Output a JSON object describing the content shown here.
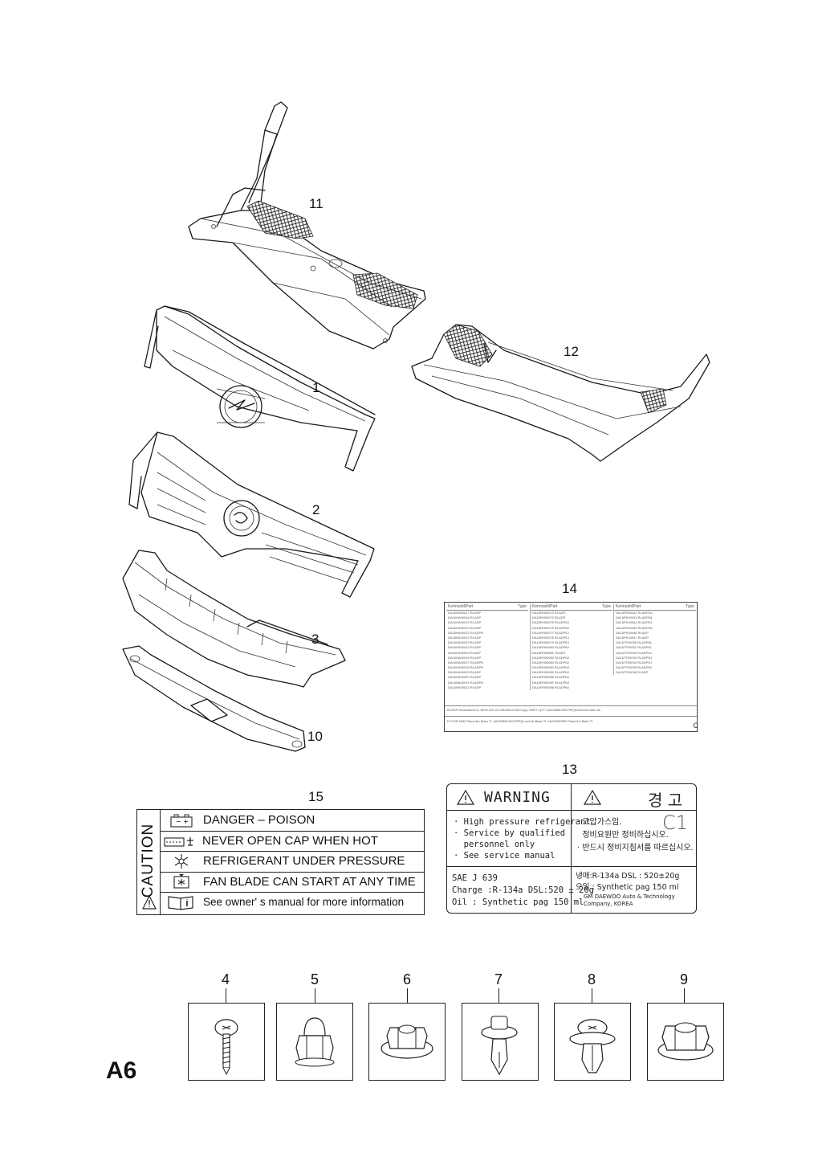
{
  "page_code": "A6",
  "callouts": {
    "c11": "11",
    "c12": "12",
    "c1": "1",
    "c2": "2",
    "c3": "3",
    "c10": "10",
    "c14": "14",
    "c13": "13",
    "c15": "15"
  },
  "label14": {
    "columns": [
      {
        "h1": "Kennzahl/Part",
        "h2": "Type",
        "rows": [
          "DA16HA00017 RLADP",
          "DA16HA00018 RLADP",
          "DA16HA00019 RLADP",
          "DA16HA00020 RLADP",
          "DA16HA00021 RLADPN",
          "DA16HA00022 RLADP",
          "DA16HA00023 RLADP",
          "DA16HA00024 RLADP",
          "DA16HA00025 RLADP",
          "DA16HA00026 RLADP",
          "DA16HA00027 RLADPN",
          "DA16HA00028 RLADPN",
          "DA16HA00029 RLADP",
          "DA16HA00030 RLADP",
          "DA16HA00031 RLADPN",
          "DA16HA00032 RLADP"
        ]
      },
      {
        "h1": "Kennzahl/Part",
        "h2": "Type",
        "rows": [
          "DA16RH00073 RLADP",
          "DA16RH00072 RLADP",
          "DA16RH00075 RLADPNJ",
          "DA16RH00076 RLADPNJ",
          "DA16RH00077 RLADPEJ",
          "DA16RH00078 RLADPEJ",
          "DA16RH00079 RLADPEJ",
          "DA16RH00080 RLADPNJ",
          "DA16RH00081 RLADP",
          "DA16RH00082 RLADPNJ",
          "DA16RH00083 RLADPNJ",
          "DA16RH00084 RLADPNJ",
          "DA16RH00085 RLADPNJ",
          "DA16RH00086 RLADPNJ",
          "DA16RH00087 RLADPNJ",
          "DA16RH00088 RLADPNJ"
        ]
      },
      {
        "h1": "Kennzahl/Part",
        "h2": "Type",
        "rows": [
          "DA16PK00042 RLADPNJ",
          "DA16PK00043 RLADPNL",
          "DA16PK00044 RLADPEL",
          "DA16PK00045 RLADPNL",
          "DA16PK00046 RLADP",
          "DA16PK00047 RLADP",
          "DA16TF00090 RLADPNL",
          "DA16TF00091 RLADPEL",
          "DA16TF00092 RLADPNJ",
          "DA16TF00093 RLADPNJ",
          "DA16TF00094 RLADPEJ",
          "DA16TF00095 RLADPNJ",
          "DA16TF00096 RLADP"
        ]
      }
    ],
    "footer1": "RLADP Radioautom 8. NEW-WD 5-CWDN6-M-RECorpy. PART 1(VT 4A220889-5027RP)Dvdsd   Art  Nam  Nr.",
    "footer2": "FLOOR DM2   Pakol   lim   Base  TL   4A220889-5027RP(D.mol     lst   Base  TL   4A220099RE   Pakol   lim   Base  TL",
    "corner": "C"
  },
  "label15": {
    "side": "CAUTION",
    "rows": [
      {
        "icon": "battery-icon",
        "text": "DANGER  –  POISON"
      },
      {
        "icon": "radiator-cap-icon",
        "text": "NEVER OPEN CAP WHEN HOT"
      },
      {
        "icon": "snowflake-icon",
        "text": "REFRIGERANT UNDER PRESSURE"
      },
      {
        "icon": "fan-icon",
        "text": "FAN BLADE CAN START AT ANY TIME"
      },
      {
        "icon": "manual-icon",
        "text": "See owner' s manual for more information"
      }
    ]
  },
  "label13": {
    "warning_en": "WARNING",
    "warning_kr": "경 고",
    "lines_en": [
      "· High pressure refrigerant",
      "· Service by qualified",
      "  personnel only",
      "· See service manual"
    ],
    "lines_kr": [
      "· 고압가스임.",
      "  정비요원만 정비하십시오.",
      "· 반드시 정비지침서를 따르십시오."
    ],
    "code": "C1",
    "spec_en": [
      "SAE  J  639",
      "Charge :R-134a  DSL:520 ± 20g",
      "Oil  :  Synthetic  pag  150  ml"
    ],
    "spec_kr": [
      "냉매:R-134a  DSL  :  520±20g",
      "오일  :  Synthetic  pag  150  ml",
      "GM  DAEWOO  Auto  &  Technology",
      "Company,  KOREA"
    ]
  },
  "fasteners": [
    {
      "num": "4",
      "icon": "screw-icon"
    },
    {
      "num": "5",
      "icon": "cap-nut-icon"
    },
    {
      "num": "6",
      "icon": "flange-nut-icon"
    },
    {
      "num": "7",
      "icon": "push-rivet-icon"
    },
    {
      "num": "8",
      "icon": "clip-fastener-icon"
    },
    {
      "num": "9",
      "icon": "hex-nut-icon"
    }
  ]
}
